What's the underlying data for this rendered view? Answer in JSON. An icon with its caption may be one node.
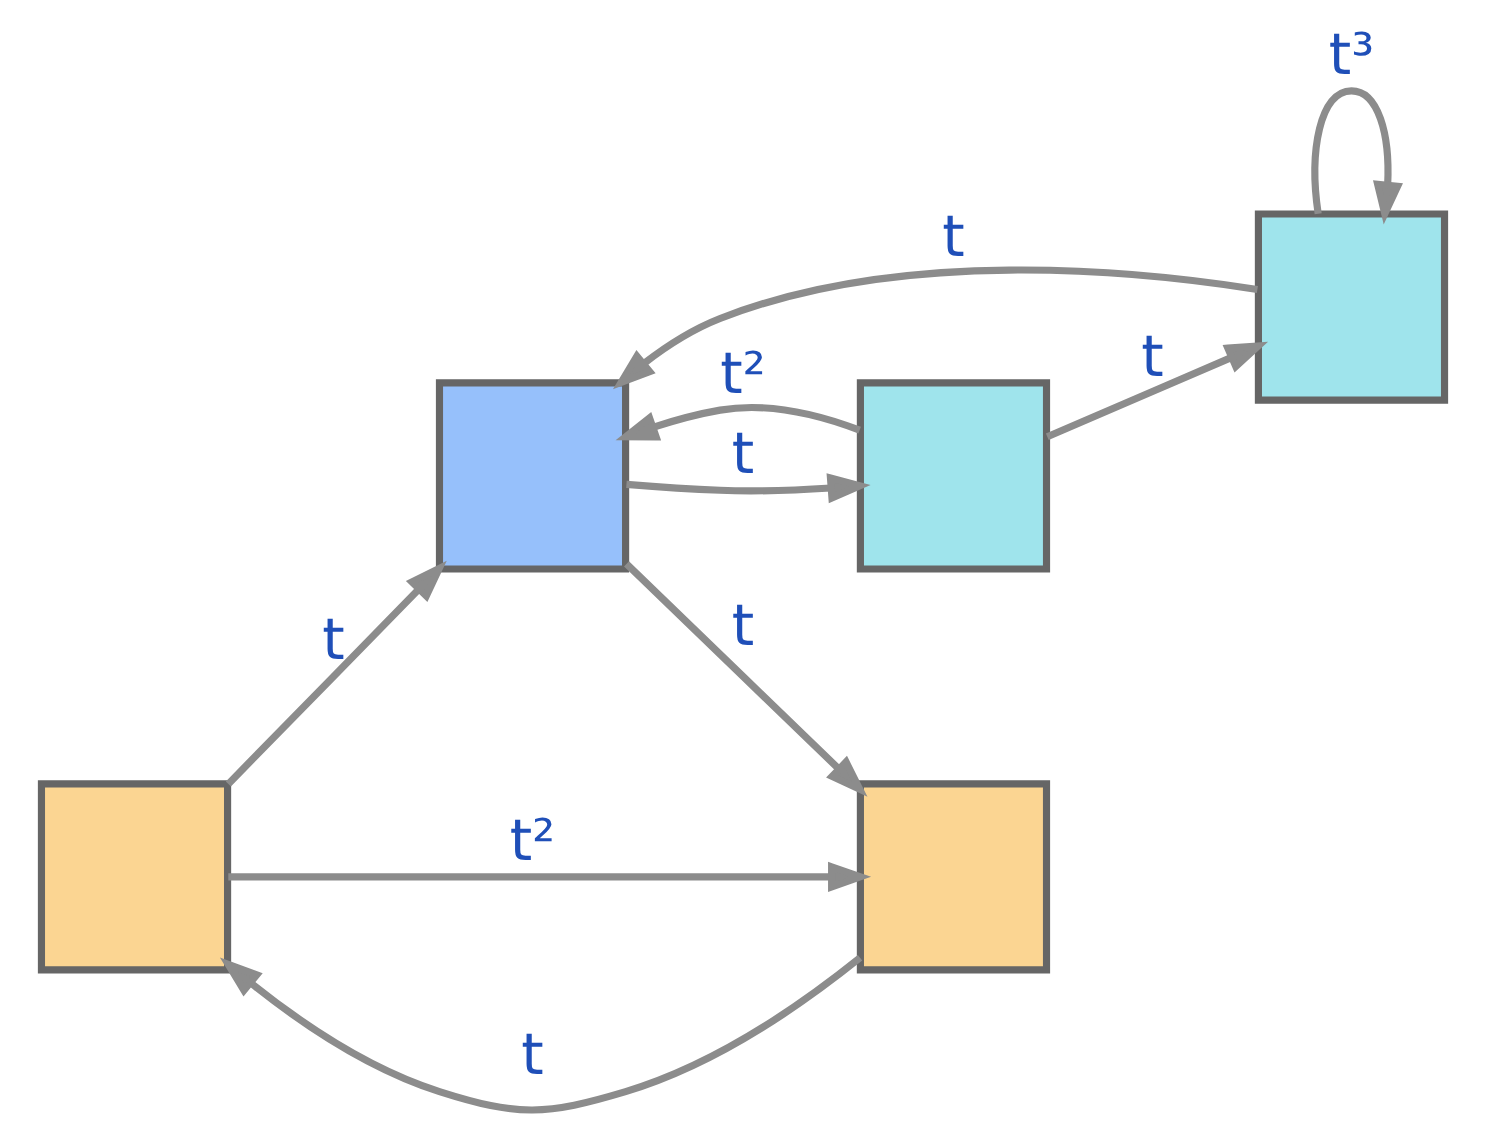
{
  "diagram": {
    "nodes": [
      {
        "text": [],
        "shape": "box"
      },
      {
        "text": [],
        "shape": "box"
      },
      {
        "text": [],
        "shape": "box"
      },
      {
        "text": [],
        "shape": "box"
      },
      {
        "text": [],
        "shape": "box"
      }
    ],
    "edges": [
      {
        "from": 0,
        "to": 2,
        "arrow": "to",
        "label": "t"
      },
      {
        "from": 2,
        "to": 1,
        "arrow": "to",
        "label": "t"
      },
      {
        "from": 1,
        "to": 0,
        "arrow": "to",
        "label": "t"
      },
      {
        "from": 0,
        "to": 1,
        "arrow": "to",
        "label": "t²"
      },
      {
        "from": 2,
        "to": 3,
        "arrow": "to",
        "label": "t"
      },
      {
        "from": 3,
        "to": 2,
        "arrow": "to",
        "label": "t²"
      },
      {
        "from": 3,
        "to": 4,
        "arrow": "to",
        "label": "t"
      },
      {
        "from": 4,
        "to": 2,
        "arrow": "to",
        "label": "t"
      },
      {
        "from": 4,
        "to": 4,
        "arrow": "to",
        "label": "t³"
      }
    ]
  }
}
